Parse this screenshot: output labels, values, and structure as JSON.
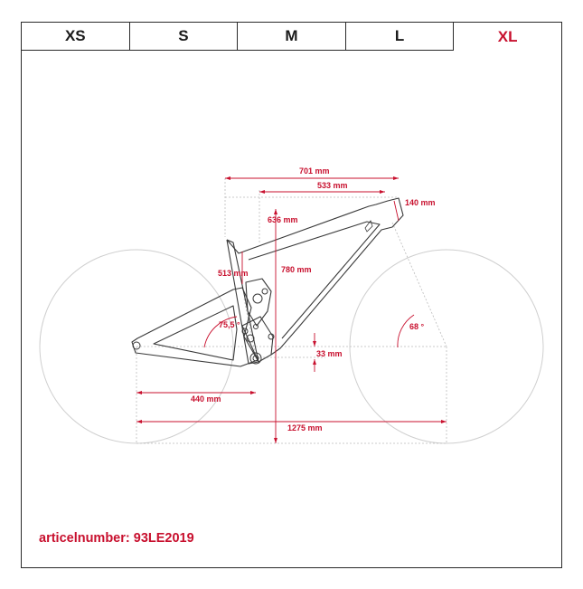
{
  "size_tabs": [
    {
      "label": "XS",
      "active": false
    },
    {
      "label": "S",
      "active": false
    },
    {
      "label": "M",
      "active": false
    },
    {
      "label": "L",
      "active": false
    },
    {
      "label": "XL",
      "active": true
    }
  ],
  "dimensions": {
    "reach": "701 mm",
    "top_tube": "533 mm",
    "head_tube": "140 mm",
    "stack": "636 mm",
    "seat_tube": "513 mm",
    "standover": "780 mm",
    "seat_angle": "75,5 °",
    "head_angle": "68 °",
    "bb_drop": "33 mm",
    "chainstay": "440 mm",
    "wheelbase": "1275 mm"
  },
  "article": "articelnumber: 93LE2019",
  "colors": {
    "accent": "#c8102e",
    "line": "#444444",
    "wheel": "#c8c8c8"
  }
}
